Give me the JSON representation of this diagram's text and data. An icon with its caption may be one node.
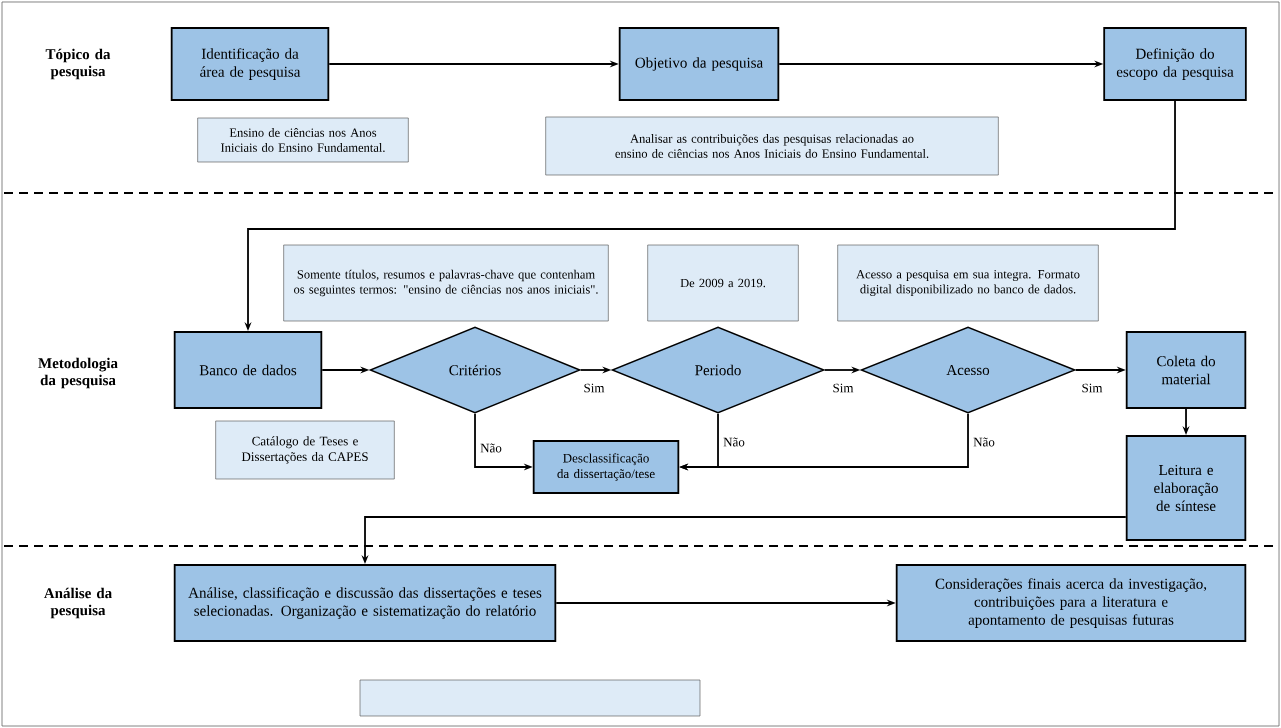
{
  "diagram": {
    "nodes": [
      {
        "text": [
          "Identificação da área de pesquisa"
        ]
      },
      {
        "text": [
          "Ensino de ciências nos Anos Iniciais do Ensino Fundamental."
        ]
      },
      {
        "text": [
          "Objetivo da pesquisa"
        ]
      },
      {
        "text": [
          "Analisar as contribuições das pesquisas relacionadas ao ensino de ciências nos Anos Iniciais do Ensino Fundamental."
        ]
      },
      {
        "text": [
          "Definição do escopo da pesquisa"
        ]
      },
      {
        "text": [
          "Somente títulos, resumos e palavras-chave que contenham os seguintes termos: \"ensino de ciências nos anos iniciais\"."
        ]
      },
      {
        "text": [
          "De 2009 a 2019."
        ]
      },
      {
        "text": [
          "Acesso a pesquisa em sua integra. Formato digital disponibilizado no banco de dados."
        ]
      },
      {
        "text": [
          "Banco de dados"
        ]
      },
      {
        "text": [
          "Critérios"
        ]
      },
      {
        "text": [
          "Periodo"
        ]
      },
      {
        "text": [
          "Acesso"
        ]
      },
      {
        "text": [
          "Coleta do material"
        ]
      },
      {
        "text": [
          "Catálogo de Teses e Dissertações da CAPES"
        ]
      },
      {
        "text": [
          "Desclassificação da dissertação/tese"
        ]
      },
      {
        "text": [
          "Leitura e elaboração de síntese"
        ]
      },
      {
        "text": [
          "Análise, classificação e discussão das dissertações e teses selecionadas. Organização e sistematização do relatório"
        ]
      },
      {
        "text": [
          "Considerações finais acerca da investigação, contribuições para a literatura e apontamento de pesquisas futuras"
        ]
      },
      {
        "text": [],
        "shape": "box"
      }
    ],
    "edges": [
      {
        "from": 0,
        "to": 2,
        "arrow": "to"
      },
      {
        "from": 2,
        "to": 4,
        "arrow": "to"
      },
      {
        "from": 4,
        "to": 8,
        "arrow": "to"
      },
      {
        "from": 8,
        "to": 9,
        "arrow": "to"
      },
      {
        "from": 9,
        "to": 10,
        "arrow": "to",
        "label": "Sim"
      },
      {
        "from": 10,
        "to": 11,
        "arrow": "to",
        "label": "Sim"
      },
      {
        "from": 11,
        "to": 12,
        "arrow": "to",
        "label": "Sim"
      },
      {
        "from": 9,
        "to": 14,
        "arrow": "to",
        "label": "Não"
      },
      {
        "from": 10,
        "to": 14,
        "arrow": "to",
        "label": "Não"
      },
      {
        "from": 11,
        "to": 14,
        "arrow": "to",
        "label": "Não"
      },
      {
        "from": 12,
        "to": 15,
        "arrow": "to"
      },
      {
        "from": 15,
        "to": 16,
        "arrow": "to"
      },
      {
        "from": 16,
        "to": 17,
        "arrow": "to"
      }
    ],
    "labels": [
      "Tópico da pesquisa",
      "Metodologia da pesquisa",
      "Análise da pesquisa"
    ]
  }
}
